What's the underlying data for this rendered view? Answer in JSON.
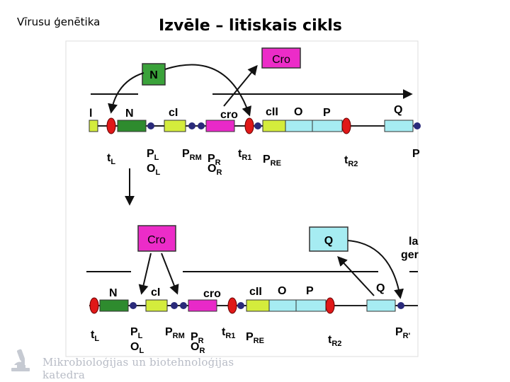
{
  "header": {
    "course": "Vīrusu ģenētika",
    "title": "Izvēle – litiskais cikls"
  },
  "top_diagram": {
    "protein_n": "N",
    "protein_cro": "Cro",
    "left_stub": "l",
    "genes": [
      "N",
      "cI",
      "cro",
      "cII",
      "O",
      "P",
      "Q"
    ],
    "sites": {
      "tl": "t",
      "tl_sub": "L",
      "pl": "P",
      "pl_sub": "L",
      "ol": "O",
      "ol_sub": "L",
      "prm": "P",
      "prm_sub": "RM",
      "pr": "P",
      "pr_sub": "R",
      "or": "O",
      "or_sub": "R",
      "tr1": "t",
      "tr1_sub": "R1",
      "pre": "P",
      "pre_sub": "RE",
      "tr2": "t",
      "tr2_sub": "R2",
      "pr_prime": "P"
    }
  },
  "bottom_diagram": {
    "protein_cro": "Cro",
    "protein_q": "Q",
    "late_genes_line1": "la",
    "late_genes_line2": "ger",
    "genes": [
      "N",
      "cI",
      "cro",
      "cII",
      "O",
      "P",
      "Q"
    ],
    "sites": {
      "tl": "t",
      "tl_sub": "L",
      "pl": "P",
      "pl_sub": "L",
      "ol": "O",
      "ol_sub": "L",
      "prm": "P",
      "prm_sub": "RM",
      "pr": "P",
      "pr_sub": "R",
      "or": "O",
      "or_sub": "R",
      "tr1": "t",
      "tr1_sub": "R1",
      "pre": "P",
      "pre_sub": "RE",
      "tr2": "t",
      "tr2_sub": "R2",
      "pr_prime": "P",
      "pr_prime_sub": "R'"
    }
  },
  "footer": {
    "text": "Mikrobioloģijas un biotehnoloģijas katedra"
  },
  "colors": {
    "n_gene": "#2e8b2e",
    "cI_gene": "#d4ec3c",
    "cro_gene": "#e829c8",
    "late_gene": "#a6ecf2",
    "terminator": "#e01818",
    "operator_dot": "#2a2a7a",
    "protein_border": "#333333"
  }
}
